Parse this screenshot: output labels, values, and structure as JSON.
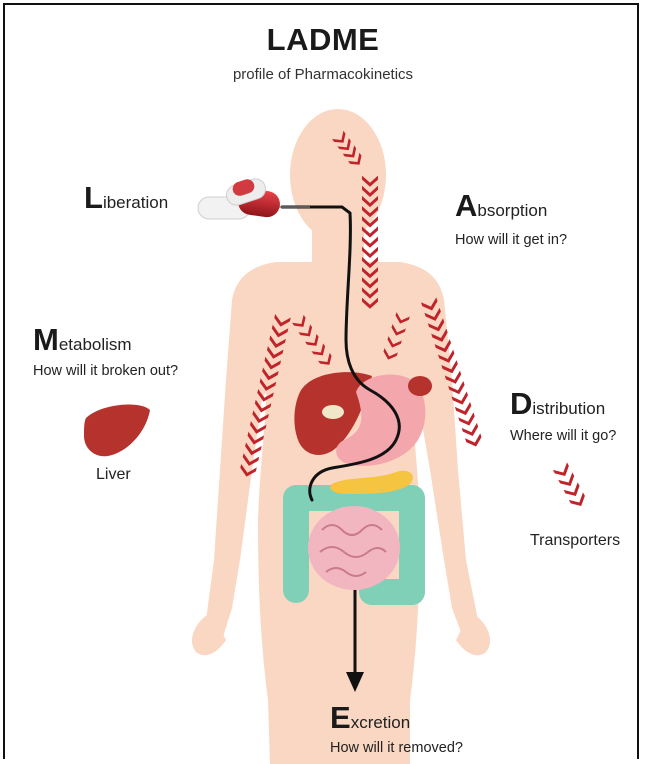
{
  "title": "LADME",
  "subtitle": "profile of Pharmacokinetics",
  "stages": {
    "liberation": {
      "initial": "L",
      "rest": "iberation"
    },
    "absorption": {
      "initial": "A",
      "rest": "bsorption",
      "question": "How will it get in?"
    },
    "metabolism": {
      "initial": "M",
      "rest": "etabolism",
      "question": "How will it broken out?"
    },
    "distribution": {
      "initial": "D",
      "rest": "istribution",
      "question": "Where will it go?"
    },
    "excretion": {
      "initial": "E",
      "rest": "xcretion",
      "question": "How will it removed?"
    }
  },
  "legend": {
    "liver": "Liver",
    "transporters": "Transporters"
  },
  "colors": {
    "body": "#f9d7c2",
    "chevron": "#c0242b",
    "liver": "#b6322d",
    "stomach": "#f3a7ad",
    "colon": "#80cfb7",
    "intestine": "#f2b6c0",
    "pancreas": "#f5c542",
    "pathway": "#111111"
  },
  "icons": [
    "pill-capsule-icon",
    "liver-icon",
    "transporter-chevrons-icon",
    "excretion-arrow-icon"
  ]
}
